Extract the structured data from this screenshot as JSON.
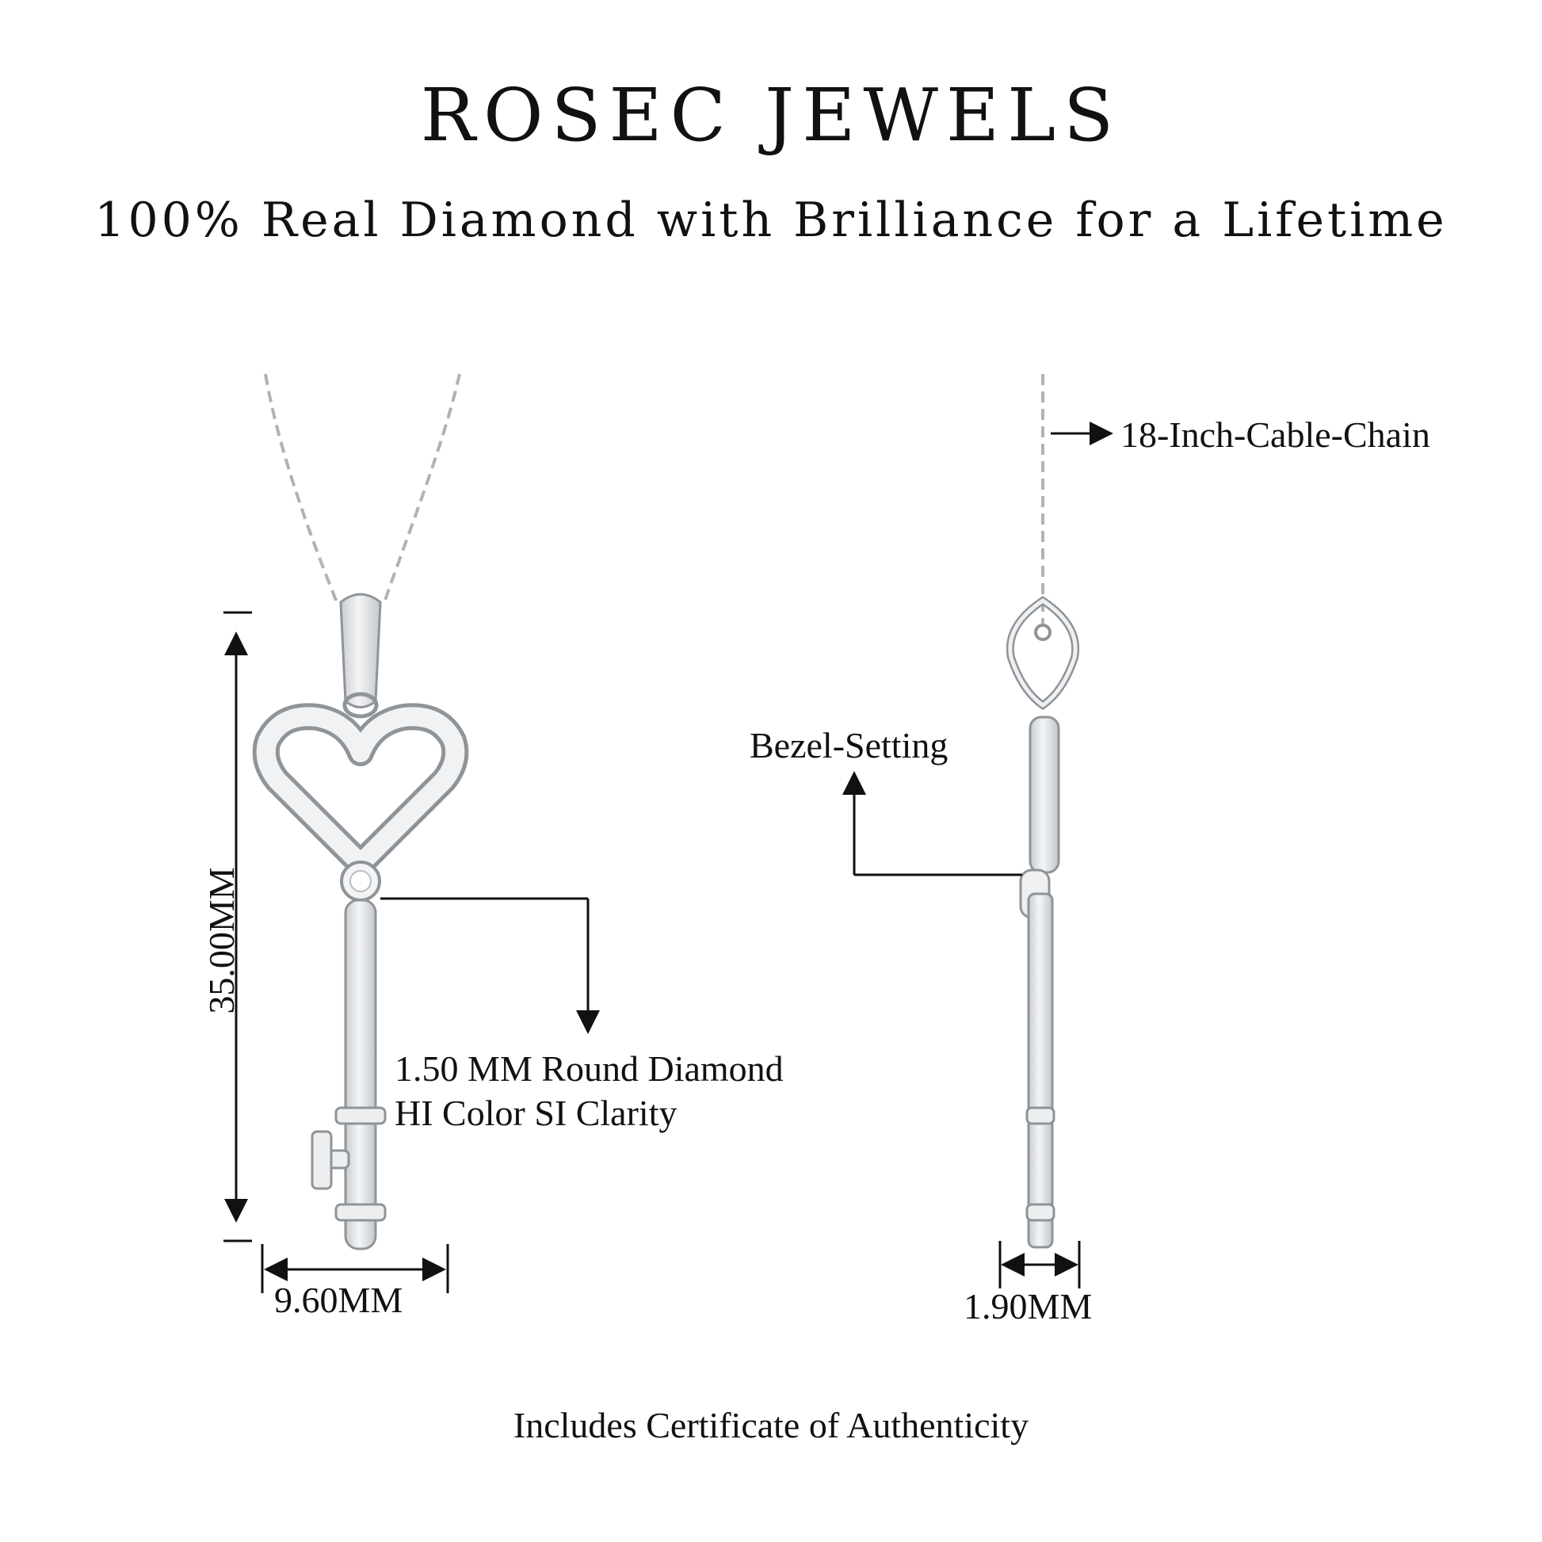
{
  "header": {
    "brand": "ROSEC JEWELS",
    "tagline": "100% Real Diamond with Brilliance for a Lifetime"
  },
  "front_view": {
    "height_label": "35.00MM",
    "width_label": "9.60MM",
    "diamond_line1": "1.50 MM Round Diamond",
    "diamond_line2": "HI Color SI Clarity"
  },
  "side_view": {
    "chain_label": "18-Inch-Cable-Chain",
    "setting_label": "Bezel-Setting",
    "depth_label": "1.90MM"
  },
  "footer": {
    "certificate": "Includes Certificate of Authenticity"
  },
  "colors": {
    "metal": "#e6e8ea",
    "metal_shade": "#b9bdc1",
    "metal_outline": "#8f9499",
    "ink": "#111111"
  }
}
